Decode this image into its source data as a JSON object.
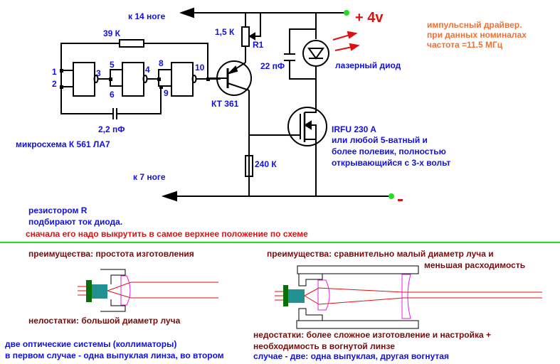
{
  "colors": {
    "label_blue": "#1010e0",
    "note_orange": "#f07030",
    "warning_red": "#e01010",
    "optics_maroon": "#7a0a0a",
    "terminal_green": "#22dd22",
    "divider_green": "#22dd22",
    "beam_red": "#e01010",
    "lens_magenta": "#e020e0",
    "diode_body_teal": "#209090",
    "diode_base_green": "#087008"
  },
  "schematic": {
    "arrow_top_label": "к 14 ноге",
    "arrow_bottom_label": "к 7 ноге",
    "supply_label": "+ 4v",
    "ground_label": "-",
    "r_feedback": "39 К",
    "c_timing": "2,2 пФ",
    "chip_label": "микросхема К 561 ЛА7",
    "pins": [
      "1",
      "2",
      "3",
      "4",
      "5",
      "6",
      "8",
      "9",
      "10"
    ],
    "pot_value": "1,5 К",
    "pot_name": "R1",
    "cap_value": "22 пФ",
    "transistor": "КТ 361",
    "laser_label": "лазерный диод",
    "r_gate": "240 К",
    "mosfet": {
      "name": "IRFU 230 A",
      "lines": [
        "или любой 5-ватный и",
        "более полевик, полностью",
        "открывающийся с 3-х вольт"
      ]
    },
    "note": [
      "импульсный драйвер.",
      "при данных номиналах",
      "частота =11.5 МГц"
    ],
    "resistor_note": [
      "резистором R",
      "подбирают ток диода."
    ],
    "warning": "сначала его надо выкрутить в самое верхнее положение по схеме"
  },
  "optics": {
    "left": {
      "pros": "преимущества:  простота изготовления",
      "cons": "нелостатки: большой диаметр луча"
    },
    "right": {
      "pros_1": "преимущества: сравнительно малый диаметр луча и",
      "pros_2": "меньшая расходимость",
      "cons_1": "недостатки: более сложное изготовление и настройка +",
      "cons_2": "необходимость в вогнутой линзе"
    },
    "summary": [
      "две оптические системы (коллиматоры)",
      "в первом случае - одна выпуклая линза, во втором",
      "случае - две: одна выпуклая, другая вогнутая"
    ]
  }
}
